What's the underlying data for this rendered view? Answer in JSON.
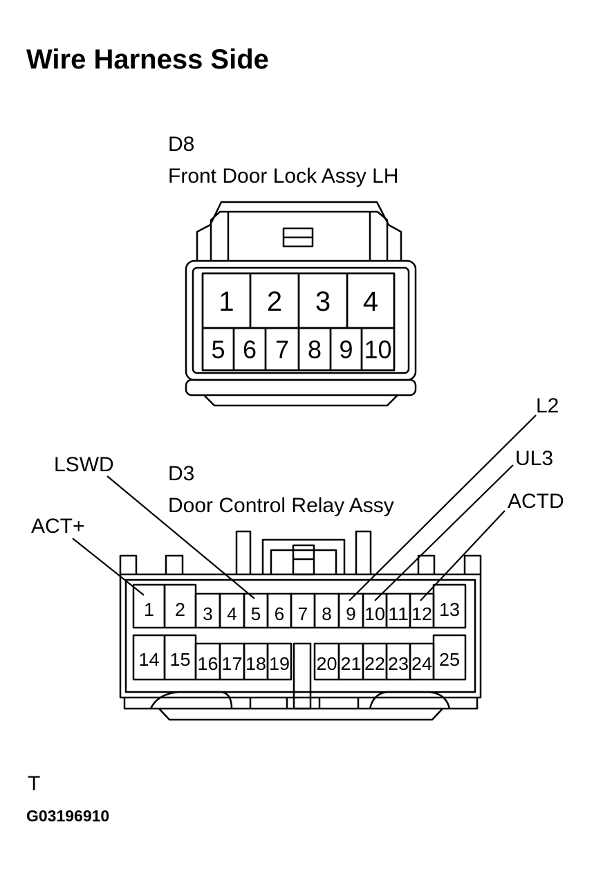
{
  "title": "Wire Harness Side",
  "connector_d8": {
    "code": "D8",
    "name": "Front Door Lock Assy LH",
    "top_pins": [
      "1",
      "2",
      "3",
      "4"
    ],
    "bottom_pins": [
      "5",
      "6",
      "7",
      "8",
      "9",
      "10"
    ]
  },
  "connector_d3": {
    "code": "D3",
    "name": "Door Control Relay Assy",
    "top_pins": [
      "1",
      "2",
      "3",
      "4",
      "5",
      "6",
      "7",
      "8",
      "9",
      "10",
      "11",
      "12",
      "13"
    ],
    "bottom_pins": [
      "14",
      "15",
      "16",
      "17",
      "18",
      "19",
      "20",
      "21",
      "22",
      "23",
      "24",
      "25"
    ]
  },
  "callouts": {
    "act_plus": "ACT+",
    "lswd": "LSWD",
    "l2": "L2",
    "ul3": "UL3",
    "actd": "ACTD"
  },
  "footer": {
    "mark": "T",
    "figure_id": "G03196910"
  },
  "colors": {
    "line": "#000000",
    "background": "#ffffff"
  }
}
